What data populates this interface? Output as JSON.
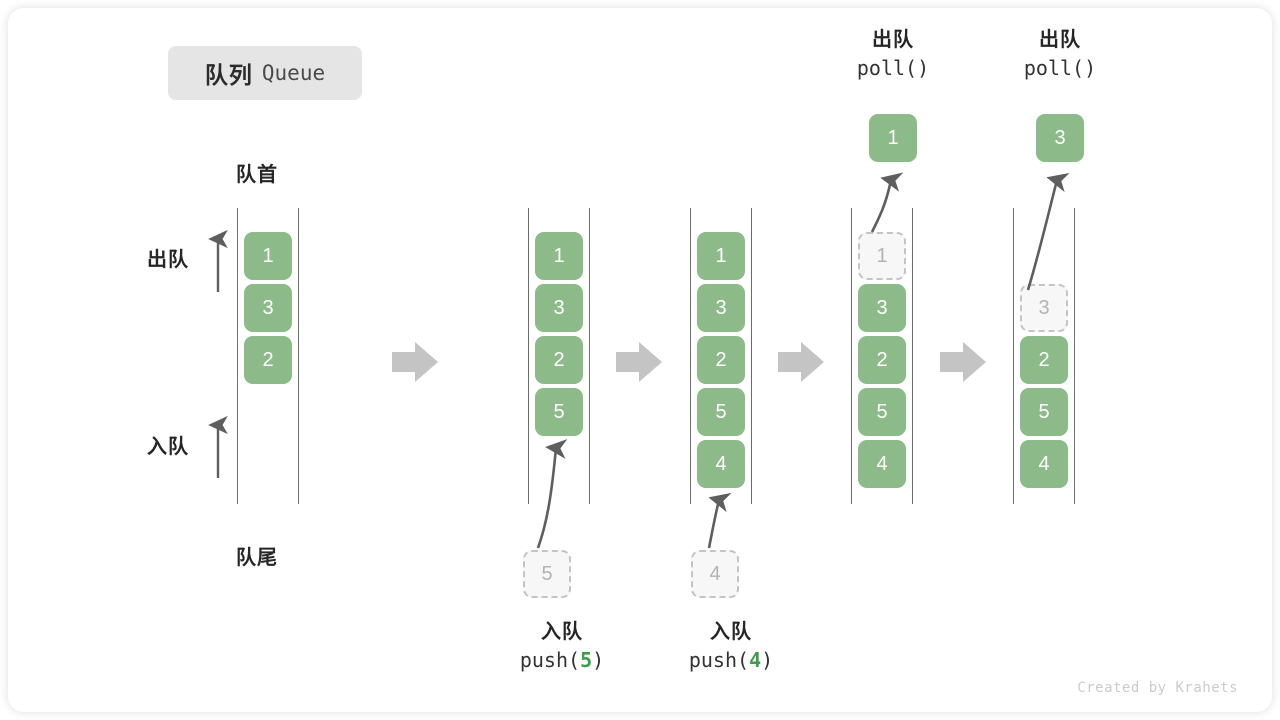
{
  "title": {
    "cn": "队列",
    "en": "Queue"
  },
  "labels": {
    "front": "队首",
    "rear": "队尾",
    "dequeue": "出队",
    "enqueue": "入队"
  },
  "colors": {
    "cell_fill": "#8cba89",
    "cell_text": "#ffffff",
    "ghost_fill": "#f7f7f7",
    "ghost_border": "#c4c4c4",
    "ghost_text": "#b3b3b3",
    "rail": "#6b6b6b",
    "arrow": "#5e5e5e",
    "step_arrow": "#c4c4c4",
    "badge_bg": "#e5e5e5",
    "text": "#262626",
    "accent_green": "#3f9c48"
  },
  "columns": [
    {
      "name": "initial-queue",
      "cells": [
        {
          "value": "1",
          "state": "filled"
        },
        {
          "value": "3",
          "state": "filled"
        },
        {
          "value": "2",
          "state": "filled"
        }
      ]
    },
    {
      "name": "after-push-5",
      "cells": [
        {
          "value": "1",
          "state": "filled"
        },
        {
          "value": "3",
          "state": "filled"
        },
        {
          "value": "2",
          "state": "filled"
        },
        {
          "value": "5",
          "state": "filled"
        }
      ]
    },
    {
      "name": "after-push-4",
      "cells": [
        {
          "value": "1",
          "state": "filled"
        },
        {
          "value": "3",
          "state": "filled"
        },
        {
          "value": "2",
          "state": "filled"
        },
        {
          "value": "5",
          "state": "filled"
        },
        {
          "value": "4",
          "state": "filled"
        }
      ]
    },
    {
      "name": "after-poll-1",
      "cells": [
        {
          "value": "1",
          "state": "ghost"
        },
        {
          "value": "3",
          "state": "filled"
        },
        {
          "value": "2",
          "state": "filled"
        },
        {
          "value": "5",
          "state": "filled"
        },
        {
          "value": "4",
          "state": "filled"
        }
      ]
    },
    {
      "name": "after-poll-3",
      "cells": [
        {
          "value": "3",
          "state": "ghost"
        },
        {
          "value": "2",
          "state": "filled"
        },
        {
          "value": "5",
          "state": "filled"
        },
        {
          "value": "4",
          "state": "filled"
        }
      ]
    }
  ],
  "operations": {
    "push5": {
      "cn": "入队",
      "code_prefix": "push(",
      "arg": "5",
      "code_suffix": ")",
      "ghost_value": "5"
    },
    "push4": {
      "cn": "入队",
      "code_prefix": "push(",
      "arg": "4",
      "code_suffix": ")",
      "ghost_value": "4"
    },
    "poll1": {
      "cn": "出队",
      "code": "poll()",
      "popped_value": "1"
    },
    "poll3": {
      "cn": "出队",
      "code": "poll()",
      "popped_value": "3"
    }
  },
  "watermark": "Created by Krahets"
}
